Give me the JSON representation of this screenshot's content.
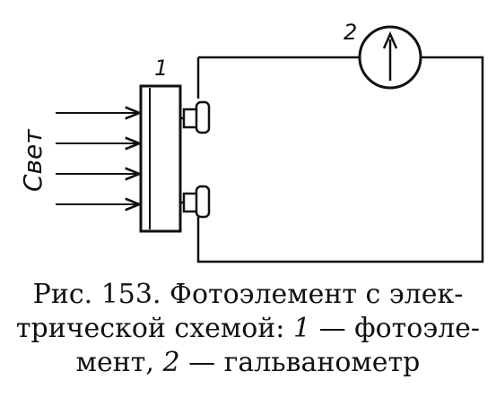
{
  "diagram": {
    "label_photocell": "1",
    "label_galvanometer": "2",
    "light_label": "Свет"
  },
  "caption": {
    "line1": "Рис. 153. Фотоэлемент с элек-",
    "line2_a": "трической схемой: ",
    "line2_num": "1",
    "line2_b": " — фотоэле-",
    "line3_a": "мент, ",
    "line3_num": "2",
    "line3_b": " — гальванометр"
  }
}
